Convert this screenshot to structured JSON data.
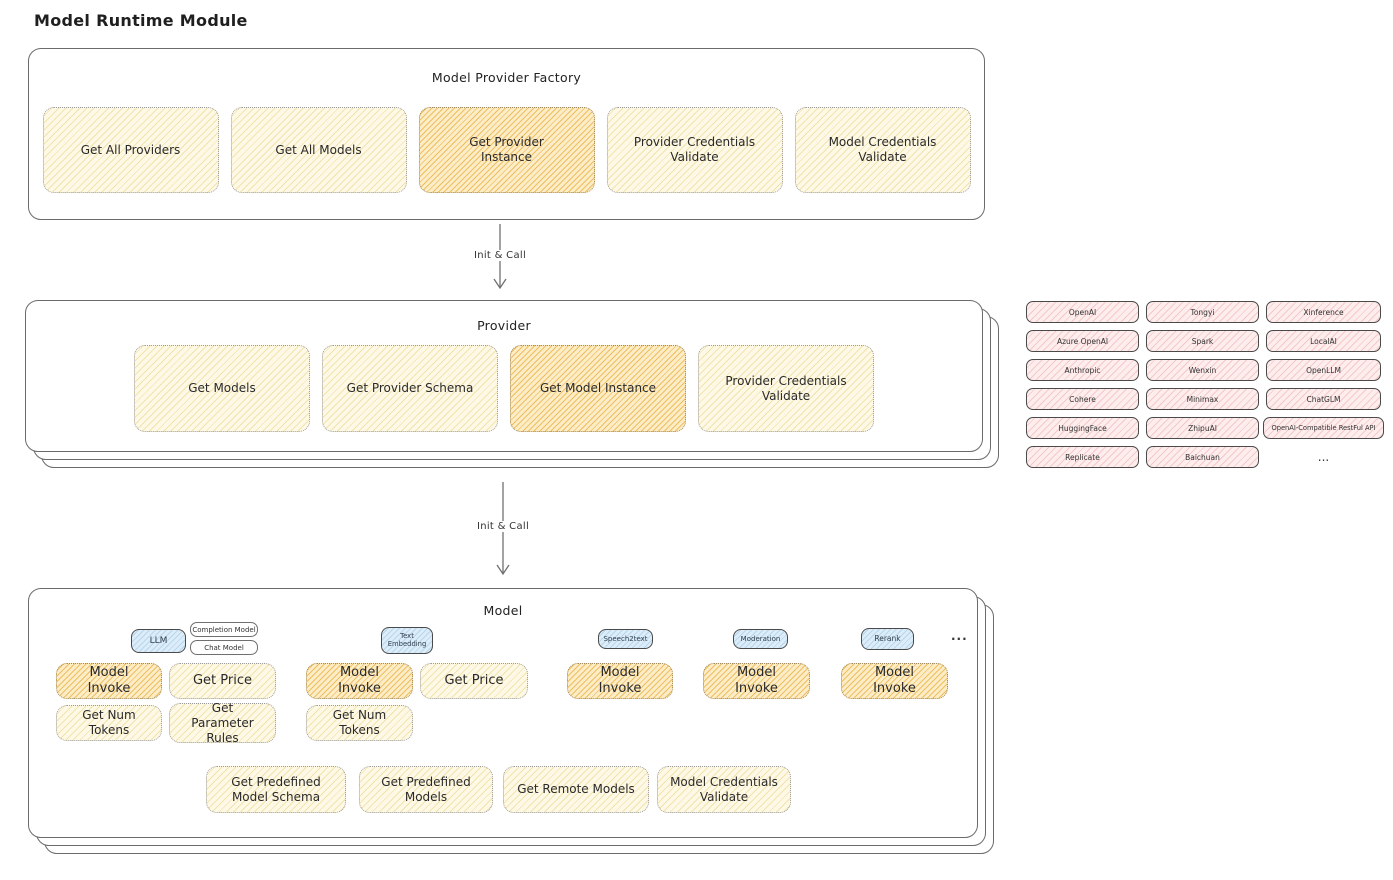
{
  "diagram_title": "Model Runtime Module",
  "colors": {
    "cream_fill": "#FEF9E7",
    "cream_hatch": "#F2E3AC",
    "orange_fill": "#FCEDC7",
    "orange_hatch": "#EFBE62",
    "pink_fill": "#FDEDED",
    "pink_hatch": "#F6C9C9",
    "blue_fill": "#DCEDF9",
    "blue_hatch": "#B9D7EC"
  },
  "factory": {
    "title": "Model Provider Factory",
    "boxes": [
      {
        "label": "Get All Providers",
        "highlighted": false
      },
      {
        "label": "Get All Models",
        "highlighted": false
      },
      {
        "label": "Get Provider Instance",
        "highlighted": true
      },
      {
        "label": "Provider Credentials Validate",
        "highlighted": false
      },
      {
        "label": "Model Credentials Validate",
        "highlighted": false
      }
    ]
  },
  "arrows": {
    "init_call_1": "Init & Call",
    "init_call_2": "Init & Call"
  },
  "provider": {
    "title": "Provider",
    "boxes": [
      {
        "label": "Get Models",
        "highlighted": false
      },
      {
        "label": "Get Provider Schema",
        "highlighted": false
      },
      {
        "label": "Get Model Instance",
        "highlighted": true
      },
      {
        "label": "Provider Credentials Validate",
        "highlighted": false
      }
    ],
    "vendors": {
      "col1": [
        "OpenAI",
        "Azure OpenAI",
        "Anthropic",
        "Cohere",
        "HuggingFace",
        "Replicate"
      ],
      "col2": [
        "Tongyi",
        "Spark",
        "Wenxin",
        "Minimax",
        "ZhipuAI",
        "Baichuan"
      ],
      "col3": [
        "Xinference",
        "LocalAI",
        "OpenLLM",
        "ChatGLM",
        "OpenAI-Compatible RestFul API"
      ],
      "more": "..."
    }
  },
  "model": {
    "title": "Model",
    "type_tags": {
      "llm": "LLM",
      "completion_model": "Completion Model",
      "chat_model": "Chat Model",
      "text_embedding": "Text Embedding",
      "speech2text": "Speech2text",
      "moderation": "Moderation",
      "rerank": "Rerank",
      "more": "..."
    },
    "ops": {
      "llm": [
        "Model Invoke",
        "Get Price",
        "Get Num Tokens",
        "Get Parameter Rules"
      ],
      "text_embedding": [
        "Model Invoke",
        "Get Price",
        "Get Num Tokens"
      ],
      "speech2text": [
        "Model Invoke"
      ],
      "moderation": [
        "Model Invoke"
      ],
      "rerank": [
        "Model Invoke"
      ]
    },
    "common_ops": [
      "Get Predefined Model Schema",
      "Get Predefined Models",
      "Get Remote Models",
      "Model Credentials Validate"
    ]
  }
}
